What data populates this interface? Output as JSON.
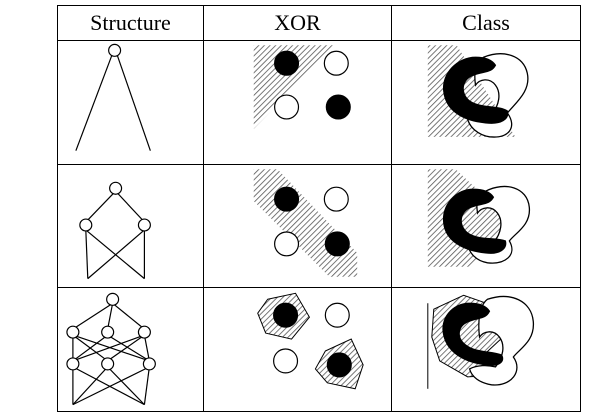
{
  "table": {
    "headers": [
      "Structure",
      "XOR",
      "Class"
    ]
  },
  "rows": [
    {
      "structure": "one-layer",
      "xor": "half-plane",
      "class": "half-plane"
    },
    {
      "structure": "two-layer",
      "xor": "band",
      "class": "convex"
    },
    {
      "structure": "three-layer",
      "xor": "polygons",
      "class": "arbitrary"
    }
  ],
  "colors": {
    "ink": "#000000",
    "paper": "#ffffff",
    "hatch": "#555555"
  }
}
